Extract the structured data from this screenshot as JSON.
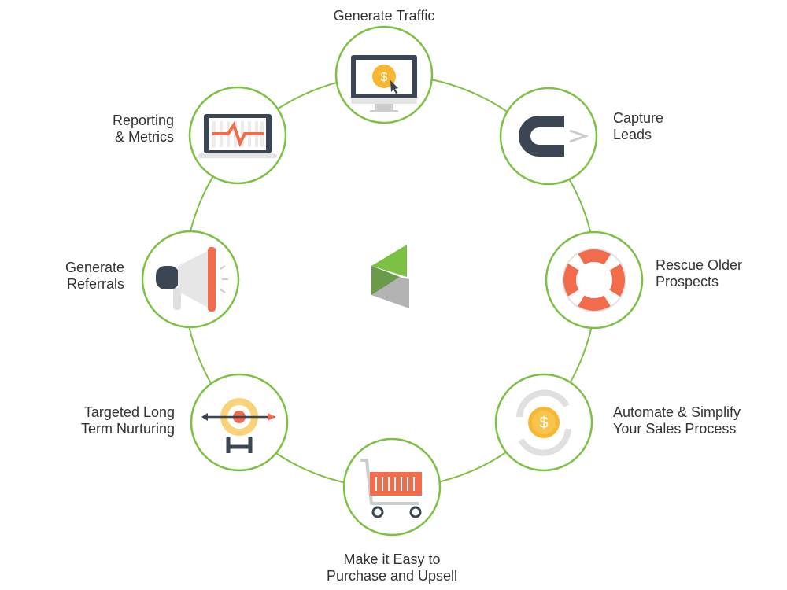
{
  "colors": {
    "ring": "#7cc143",
    "navy": "#3b4553",
    "orange": "#f26b4a",
    "gold": "#f7b733",
    "gray": "#d9d9d9"
  },
  "steps": [
    {
      "label_lines": [
        "Generate Traffic"
      ],
      "icon": "monitor-dollar-icon"
    },
    {
      "label_lines": [
        "Capture",
        "Leads"
      ],
      "icon": "magnet-icon"
    },
    {
      "label_lines": [
        "Rescue Older",
        "Prospects"
      ],
      "icon": "lifebuoy-icon"
    },
    {
      "label_lines": [
        "Automate & Simplify",
        "Your Sales Process"
      ],
      "icon": "dollar-cycle-icon"
    },
    {
      "label_lines": [
        "Make it Easy to",
        "Purchase and Upsell"
      ],
      "icon": "shopping-cart-icon"
    },
    {
      "label_lines": [
        "Targeted Long",
        "Term Nurturing"
      ],
      "icon": "target-icon"
    },
    {
      "label_lines": [
        "Generate",
        "Referrals"
      ],
      "icon": "megaphone-icon"
    },
    {
      "label_lines": [
        "Reporting",
        "& Metrics"
      ],
      "icon": "laptop-chart-icon"
    }
  ]
}
